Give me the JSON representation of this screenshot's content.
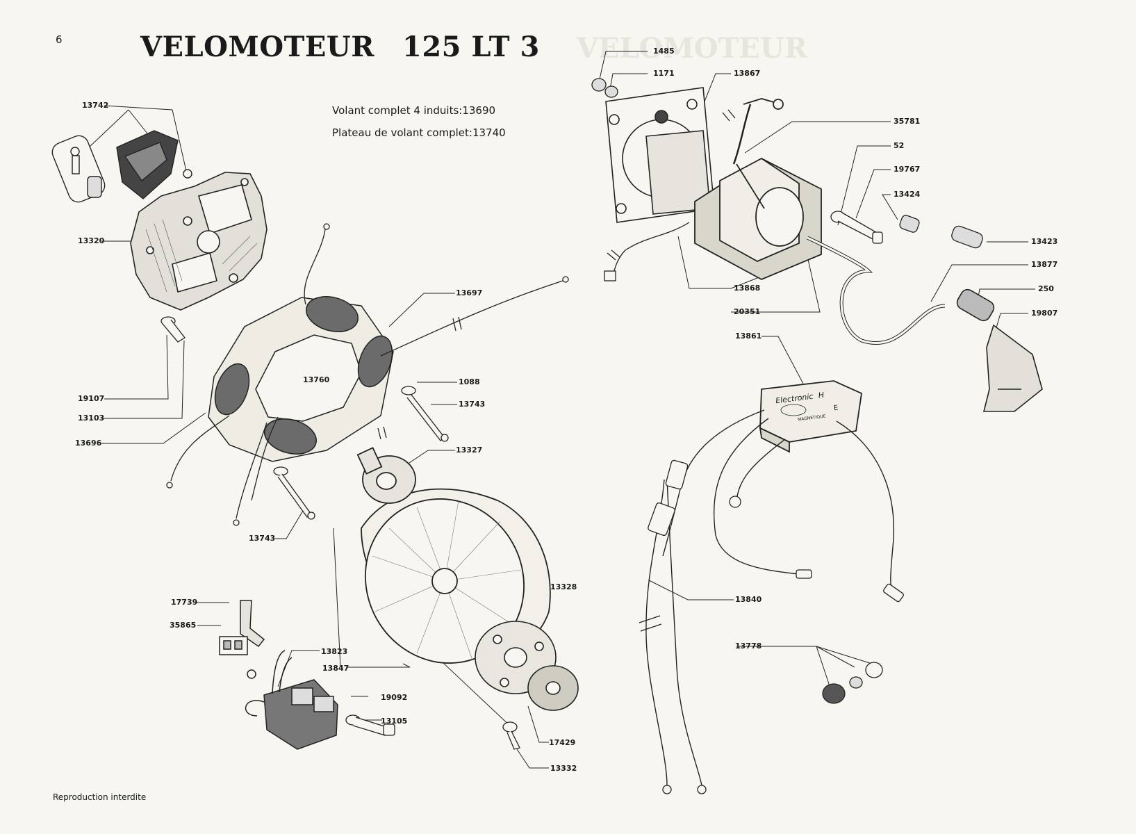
{
  "page_number": "6",
  "title_main": "VELOMOTEUR",
  "title_model": "125 LT 3",
  "info_line1": "Volant complet 4 induits:13690",
  "info_line2": "Plateau de volant complet:13740",
  "box_label_line1": "Electronic",
  "box_label_h": "H",
  "box_label_e": "E",
  "box_label_small": "MAGNETIQUE",
  "footer": "Reproduction interdite",
  "labels": {
    "l13742": "13742",
    "l13320": "13320",
    "l19107": "19107",
    "l13103": "13103",
    "l13696": "13696",
    "l13697": "13697",
    "l13760": "13760",
    "l1088": "1088",
    "l13743a": "13743",
    "l13743b": "13743",
    "l13327": "13327",
    "l13328": "13328",
    "l17739": "17739",
    "l35865": "35865",
    "l13823": "13823",
    "l13847": "13847",
    "l19092": "19092",
    "l13105": "13105",
    "l17429": "17429",
    "l13332": "13332",
    "l1485": "1485",
    "l1171": "1171",
    "l13867": "13867",
    "l35781": "35781",
    "l52": "52",
    "l19767": "19767",
    "l13424": "13424",
    "l13423": "13423",
    "l13877": "13877",
    "l250": "250",
    "l19807": "19807",
    "l13868": "13868",
    "l20351": "20351",
    "l13861": "13861",
    "l13840": "13840",
    "l13778": "13778"
  }
}
